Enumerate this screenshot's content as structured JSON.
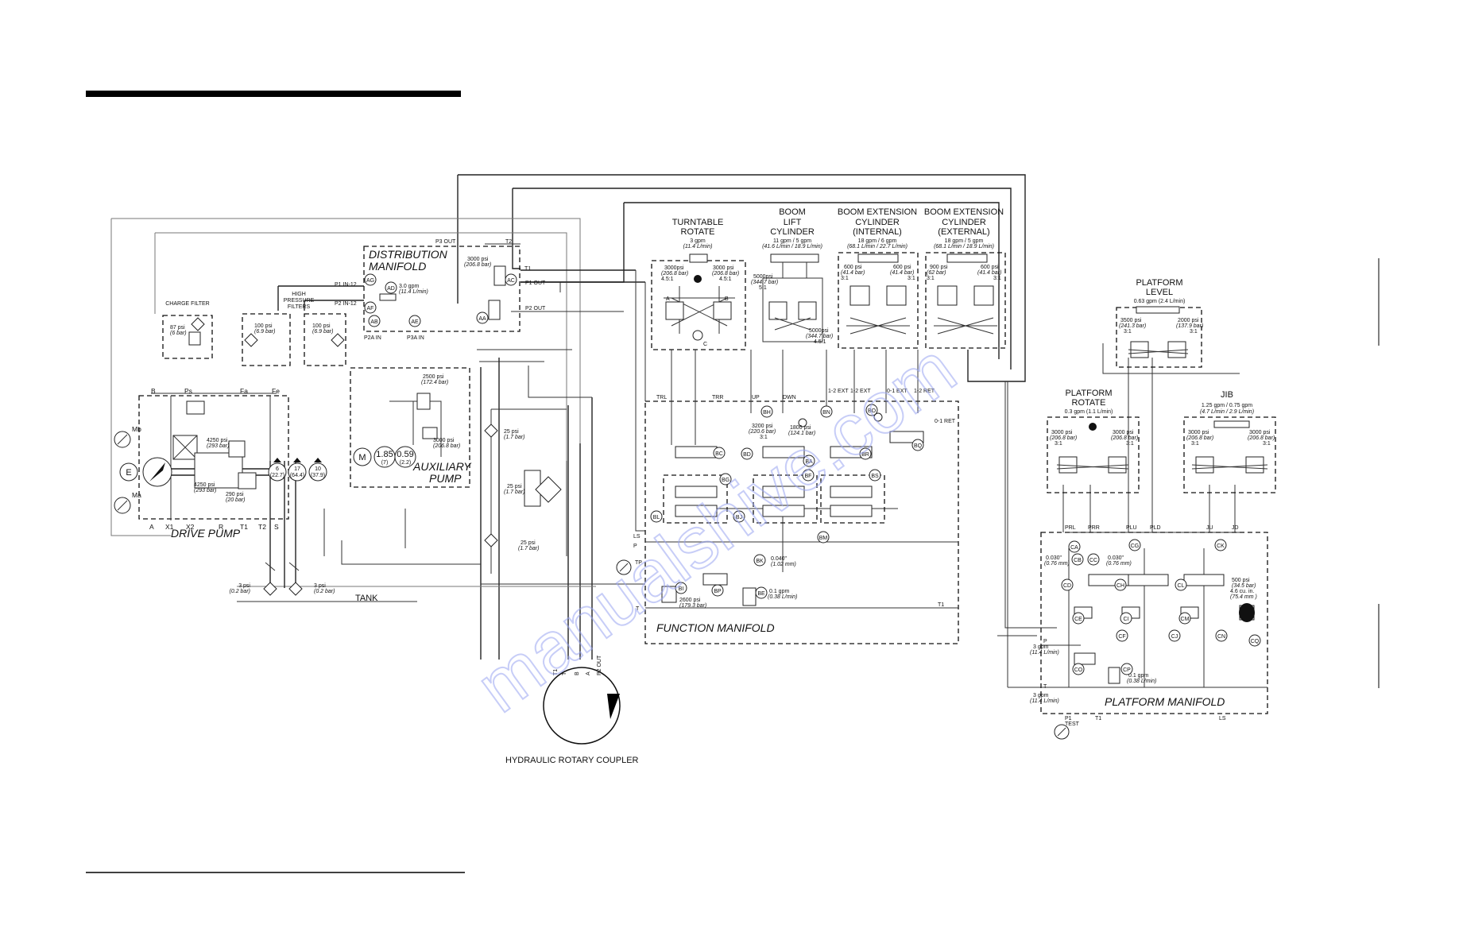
{
  "watermark": "manualshive.com",
  "drive_pump": {
    "title": "DRIVE PUMP",
    "ports": [
      "B",
      "Ps",
      "Fa",
      "Fe",
      "A",
      "X1",
      "X2",
      "R",
      "T1",
      "T2",
      "S",
      "Mb",
      "Ma"
    ],
    "motor": "E",
    "charge_filter": "CHARGE FILTER",
    "charge_filter_value": "87 psi",
    "charge_filter_bar": "(6 bar)",
    "relief_1": "4250 psi",
    "relief_1_bar": "(293 bar)",
    "relief_2": "4250 psi",
    "relief_2_bar": "(293 bar)",
    "relief_3": "290 psi",
    "relief_3_bar": "(20 bar)",
    "pump_sizes": [
      {
        "top": "6",
        "bottom": "(22.7)"
      },
      {
        "top": "17",
        "bottom": "(64.4)"
      },
      {
        "top": "10",
        "bottom": "(37.9)"
      }
    ]
  },
  "high_pressure_filters": {
    "title_1": "HIGH",
    "title_2": "PRESSURE",
    "title_3": "FILTERS",
    "f1": "100 psi",
    "f1_bar": "(6.9 bar)",
    "f2": "100 psi",
    "f2_bar": "(6.9 bar)"
  },
  "tank": {
    "label": "TANK",
    "c1": "3 psi",
    "c1_bar": "(0.2 bar)",
    "c2": "3 psi",
    "c2_bar": "(0.2 bar)"
  },
  "distribution_manifold": {
    "title_1": "DISTRIBUTION",
    "title_2": "MANIFOLD",
    "p3_out": "P3 OUT",
    "t2": "T2",
    "t1": "T1",
    "p1_in": "P1 IN-12",
    "p2_in": "P2 IN-12",
    "p1_out": "P1 OUT",
    "p2_out": "P2 OUT",
    "p2a_in": "P2A IN",
    "p3a_in": "P3A IN",
    "relief": "3000 psi",
    "relief_bar": "(206.8 bar)",
    "flow": "3.0 gpm",
    "flow_lpm": "(11.4 L/min)",
    "ports": [
      "AG",
      "AD",
      "AF",
      "AB",
      "AE",
      "AC",
      "AA"
    ]
  },
  "auxiliary_pump": {
    "title_1": "AUXILIARY",
    "title_2": "PUMP",
    "motor": "M",
    "relief_1": "2500 psi",
    "relief_1_bar": "(172.4 bar)",
    "relief_2": "3000 psi",
    "relief_2_bar": "(206.8 bar)",
    "pump_1_top": "1.85",
    "pump_1_bottom": "(7)",
    "pump_2_top": "0.59",
    "pump_2_bottom": "(2.2)"
  },
  "return_filters": {
    "c1": "25 psi",
    "c1_bar": "(1.7 bar)",
    "c2": "25 psi",
    "c2_bar": "(1.7 bar)",
    "c3": "25 psi",
    "c3_bar": "(1.7 bar)"
  },
  "rotary_coupler": {
    "title": "HYDRAULIC ROTARY COUPLER",
    "ports": [
      "T1",
      "T",
      "B",
      "A",
      "P2 OUT"
    ]
  },
  "turntable_rotate": {
    "title_1": "TURNTABLE",
    "title_2": "ROTATE",
    "flow": "3 gpm",
    "flow_lpm": "(11.4 L/min)",
    "left": "3000psi",
    "left_bar": "(206.8 bar)",
    "left_ratio": "4.5:1",
    "right": "3000 psi",
    "right_bar": "(206.8 bar)",
    "right_ratio": "4.5:1",
    "a": "A",
    "b": "B",
    "c": "C"
  },
  "boom_lift": {
    "title_1": "BOOM",
    "title_2": "LIFT",
    "title_3": "CYLINDER",
    "flow": "11 gpm / 5 gpm",
    "flow_lpm": "(41.6 L/min / 18.9 L/min)",
    "v1": "5000psi",
    "v1_bar": "(344.7 bar)",
    "v1_ratio": "5:1",
    "v2": "5000psi",
    "v2_bar": "(344.7 bar)",
    "v2_ratio": "4.5:1"
  },
  "boom_ext_internal": {
    "title_1": "BOOM EXTENSION",
    "title_2": "CYLINDER",
    "title_3": "(INTERNAL)",
    "flow": "18 gpm / 6 gpm",
    "flow_lpm": "(68.1 L/min / 22.7 L/min)",
    "v1": "600 psi",
    "v1_bar": "(41.4 bar)",
    "v1_ratio": "3:1",
    "v2": "600 psi",
    "v2_bar": "(41.4 bar)",
    "v2_ratio": "3:1"
  },
  "boom_ext_external": {
    "title_1": "BOOM EXTENSION",
    "title_2": "CYLINDER",
    "title_3": "(EXTERNAL)",
    "flow": "18 gpm / 5 gpm",
    "flow_lpm": "(68.1 L/min / 18.9 L/min)",
    "v1": "900 psi",
    "v1_bar": "(62 bar)",
    "v1_ratio": "3:1",
    "v2": "600 psi",
    "v2_bar": "(41.4 bar)",
    "v2_ratio": "3:1"
  },
  "function_manifold": {
    "title": "FUNCTION MANIFOLD",
    "ports_top": [
      "TRL",
      "TRR",
      "UP",
      "DWN",
      "1-2 EXT",
      "1-2 EXT",
      "0-1 EXT",
      "1-2 RET"
    ],
    "ret_01": "0-1 RET",
    "ls": "LS",
    "p": "P",
    "tp": "TP",
    "t": "T",
    "t1": "T1",
    "r1": "3200 psi",
    "r1_bar": "(220.6 bar)",
    "r1_ratio": "3:1",
    "r2": "1800 psi",
    "r2_bar": "(124.1 bar)",
    "r3": "2600 psi",
    "r3_bar": "(179.3 bar)",
    "orifice": "0.040\"",
    "orifice_mm": "(1.02 mm)",
    "flow": "0.1 gpm",
    "flow_lpm": "(0.38 L/min)",
    "codes": [
      "BH",
      "BN",
      "BO",
      "BD",
      "BA",
      "BR",
      "BQ",
      "BC",
      "BG",
      "BF",
      "BS",
      "BL",
      "BJ",
      "BM",
      "BK",
      "BI",
      "BP",
      "BE"
    ]
  },
  "platform_level": {
    "title_1": "PLATFORM",
    "title_2": "LEVEL",
    "flow": "0.63 gpm (2.4 L/min)",
    "v1": "3500 psi",
    "v1_bar": "(241.3 bar)",
    "v1_ratio": "3:1",
    "v2": "2000 psi",
    "v2_bar": "(137.9 bar)",
    "v2_ratio": "3:1"
  },
  "platform_rotate": {
    "title_1": "PLATFORM",
    "title_2": "ROTATE",
    "flow": "0.3 gpm (1.1 L/min)",
    "v1": "3000 psi",
    "v1_bar": "(206.8 bar)",
    "v1_ratio": "3:1",
    "v2": "3000 psi",
    "v2_bar": "(206.8 bar)",
    "v2_ratio": "3:1"
  },
  "jib": {
    "title": "JIB",
    "flow": "1.25 gpm / 0.75 gpm",
    "flow_lpm": "(4.7 L/min / 2.9 L/min)",
    "v1": "3000 psi",
    "v1_bar": "(206.8 bar)",
    "v1_ratio": "3:1",
    "v2": "3000 psi",
    "v2_bar": "(206.8 bar)",
    "v2_ratio": "3:1"
  },
  "platform_manifold": {
    "title": "PLATFORM MANIFOLD",
    "ports_top": [
      "PRL",
      "PRR",
      "PLU",
      "PLD",
      "JU",
      "JD"
    ],
    "p": "P",
    "t": "T",
    "p1": "P1",
    "test": "TEST",
    "t1": "T1",
    "ls": "LS",
    "p_flow": "3 gpm",
    "p_flow_lpm": "(11.4 L/min)",
    "t_flow": "3 gpm",
    "t_flow_lpm": "(11.4 L/min)",
    "o1": "0.030\"",
    "o1_mm": "(0.76 mm)",
    "o2": "0.030\"",
    "o2_mm": "(0.76 mm)",
    "acc": "500 psi",
    "acc_bar": "(34.5 bar)",
    "acc_vol": "4.6 cu. in.",
    "acc_ml": "(75.4 mm )",
    "cp_flow": "0.1 gpm",
    "cp_flow_lpm": "(0.38 L/min)",
    "codes": [
      "CA",
      "CB",
      "CC",
      "CG",
      "CK",
      "CD",
      "CH",
      "CL",
      "CE",
      "CI",
      "CM",
      "CF",
      "CJ",
      "CN",
      "CQ",
      "CO",
      "CP"
    ]
  }
}
